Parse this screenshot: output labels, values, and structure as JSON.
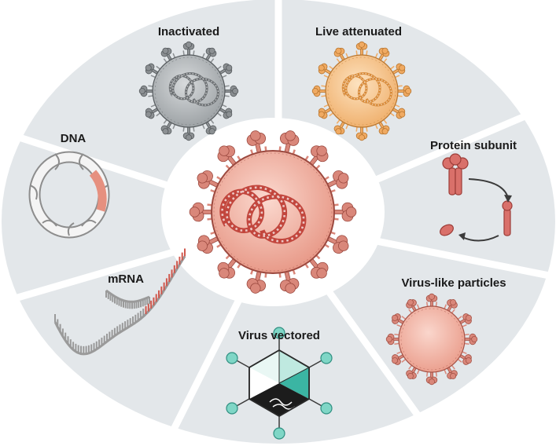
{
  "segments": [
    {
      "id": "inactivated",
      "label": "Inactivated",
      "icon": "inactivated-virus-icon"
    },
    {
      "id": "live-attenuated",
      "label": "Live attenuated",
      "icon": "attenuated-virus-icon"
    },
    {
      "id": "protein-subunit",
      "label": "Protein subunit",
      "icon": "protein-subunit-icon"
    },
    {
      "id": "virus-like-particles",
      "label": "Virus-like particles",
      "icon": "virus-like-particle-icon"
    },
    {
      "id": "virus-vectored",
      "label": "Virus vectored",
      "icon": "viral-vector-icon"
    },
    {
      "id": "mrna",
      "label": "mRNA",
      "icon": "mrna-strand-icon"
    },
    {
      "id": "dna",
      "label": "DNA",
      "icon": "dna-plasmid-icon"
    }
  ],
  "center": {
    "icon": "coronavirus-icon"
  },
  "colors": {
    "segment_fill": "#e3e7ea",
    "separator": "#ffffff",
    "center_virus": "#f1b6a8",
    "center_spike": "#d9877a",
    "inactivated_virus": "#a9adb0",
    "attenuated_virus": "#f5c48c",
    "vector_teal": "#3bb5a3",
    "rna_red": "#d0584d",
    "rna_grey": "#9a9a9a"
  }
}
